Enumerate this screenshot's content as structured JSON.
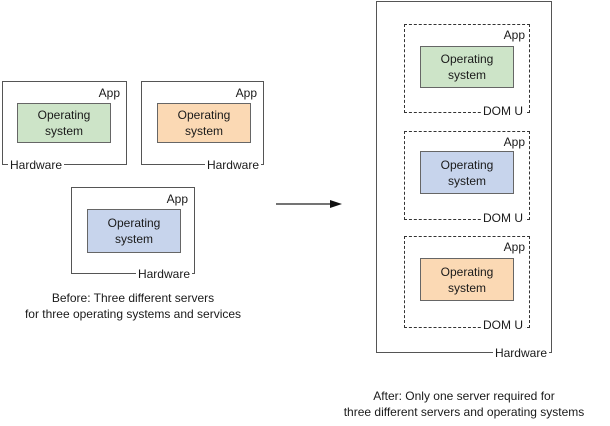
{
  "before": {
    "servers": [
      {
        "app_label": "App",
        "os_label_line1": "Operating",
        "os_label_line2": "system",
        "hardware_label": "Hardware",
        "os_color": "#cde4c8"
      },
      {
        "app_label": "App",
        "os_label_line1": "Operating",
        "os_label_line2": "system",
        "hardware_label": "Hardware",
        "os_color": "#fbd9b4"
      },
      {
        "app_label": "App",
        "os_label_line1": "Operating",
        "os_label_line2": "system",
        "hardware_label": "Hardware",
        "os_color": "#c7d4ec"
      }
    ],
    "caption_line1": "Before: Three different servers",
    "caption_line2": "for three operating systems and services"
  },
  "after": {
    "hardware_label": "Hardware",
    "domains": [
      {
        "app_label": "App",
        "os_label_line1": "Operating",
        "os_label_line2": "system",
        "domain_label": "DOM U",
        "os_color": "#cde4c8"
      },
      {
        "app_label": "App",
        "os_label_line1": "Operating",
        "os_label_line2": "system",
        "domain_label": "DOM U",
        "os_color": "#c7d4ec"
      },
      {
        "app_label": "App",
        "os_label_line1": "Operating",
        "os_label_line2": "system",
        "domain_label": "DOM U",
        "os_color": "#fbd9b4"
      }
    ],
    "caption_line1": "After: Only one server required for",
    "caption_line2": "three different servers and operating systems"
  },
  "arrow": {
    "icon": "right-arrow-icon"
  }
}
